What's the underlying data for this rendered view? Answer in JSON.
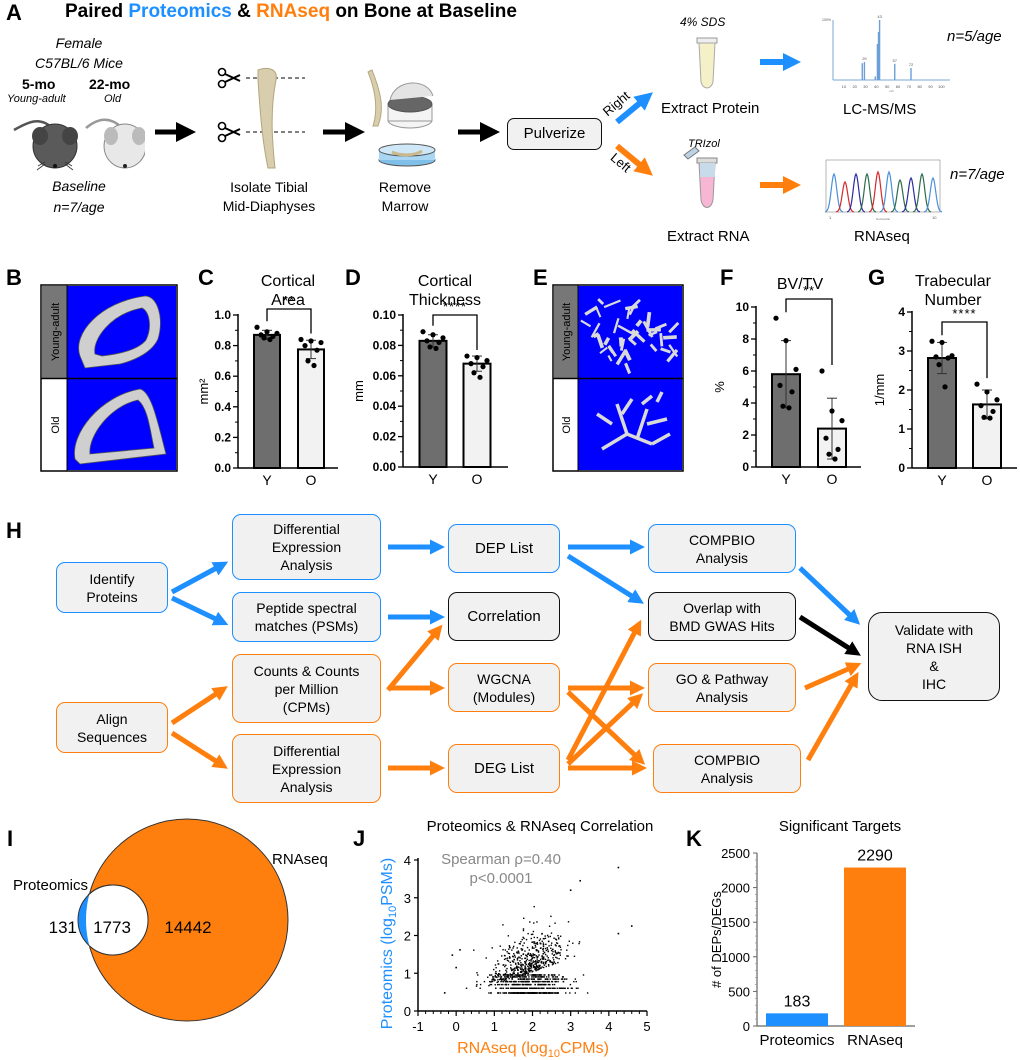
{
  "panels": {
    "A": {
      "label": "A",
      "title_parts": [
        {
          "text": "Paired ",
          "color": "black"
        },
        {
          "text": "Proteomics",
          "color": "blue"
        },
        {
          "text": " & ",
          "color": "black"
        },
        {
          "text": "RNAseq",
          "color": "orange"
        },
        {
          "text": " on Bone at Baseline",
          "color": "black"
        }
      ],
      "mice": {
        "sex_strain_line1": "Female",
        "sex_strain_line2": "C57BL/6 Mice",
        "young_age": "5-mo",
        "young_label": "Young-adult",
        "old_age": "22-mo",
        "old_label": "Old",
        "baseline": "Baseline",
        "n": "n=7/age"
      },
      "steps": {
        "isolate_line1": "Isolate Tibial",
        "isolate_line2": "Mid-Diaphyses",
        "remove_line1": "Remove",
        "remove_line2": "Marrow",
        "pulverize": "Pulverize",
        "right": "Right",
        "left": "Left",
        "sds": "4% SDS",
        "trizol": "TRIzol",
        "extract_protein": "Extract Protein",
        "extract_rna": "Extract RNA",
        "lcms": "LC-MS/MS",
        "rnaseq": "RNAseq",
        "n_protein": "n=5/age",
        "n_rna": "n=7/age"
      },
      "ms_spectrum": {
        "peaks": [
          {
            "mz": 27,
            "rel": 0.28
          },
          {
            "mz": 29,
            "rel": 0.3
          },
          {
            "mz": 39,
            "rel": 0.06
          },
          {
            "mz": 41,
            "rel": 0.6
          },
          {
            "mz": 42,
            "rel": 0.8
          },
          {
            "mz": 43,
            "rel": 1.0
          },
          {
            "mz": 57,
            "rel": 0.27
          },
          {
            "mz": 72,
            "rel": 0.2
          }
        ],
        "peak_labels": [
          "29",
          "43",
          "57",
          "72"
        ],
        "ticks": [
          "10",
          "20",
          "30",
          "40",
          "50",
          "60",
          "70",
          "80",
          "90",
          "100"
        ],
        "ymax_label": "100%",
        "ylabel": "Relative abundance",
        "xlabel": "m/z"
      },
      "chromatogram": {
        "xlabel": "Nucleotide",
        "tick_start": "1",
        "tick_end": "10",
        "colors": [
          "#4a90d9",
          "#d62728",
          "#2c2ca0",
          "#2e6b4a",
          "#d62728",
          "#4a90d9",
          "#2e6b4a",
          "#2c2ca0",
          "#2e6b4a",
          "#4a90d9"
        ]
      }
    },
    "B": {
      "label": "B",
      "row_labels": [
        "Young-adult",
        "Old"
      ]
    },
    "E": {
      "label": "E",
      "row_labels": [
        "Young-adult",
        "Old"
      ]
    },
    "H": {
      "label": "H",
      "boxes": {
        "identify_proteins": "Identify\nProteins",
        "align_sequences": "Align\nSequences",
        "dep_analysis": "Differential\nExpression\nAnalysis",
        "psms": "Peptide spectral\nmatches (PSMs)",
        "counts_cpm": "Counts & Counts\nper Million\n(CPMs)",
        "deg_analysis": "Differential\nExpression\nAnalysis",
        "dep_list": "DEP List",
        "correlation": "Correlation",
        "wgcna": "WGCNA\n(Modules)",
        "deg_list": "DEG List",
        "compbio_protein": "COMPBIO\nAnalysis",
        "overlap_gwas": "Overlap with\nBMD GWAS Hits",
        "go_pathway": "GO & Pathway\nAnalysis",
        "compbio_rna": "COMPBIO\nAnalysis",
        "validate": "Validate with\nRNA ISH\n&\nIHC"
      }
    },
    "I": {
      "label": "I",
      "set_a": "Proteomics",
      "set_b": "RNAseq",
      "only_a": "131",
      "both": "1773",
      "only_b": "14442"
    }
  },
  "colors": {
    "blue": "#1e8fff",
    "orange": "#ff7f0e",
    "young_bar": "#6e6e6e",
    "old_bar": "#f2f2f2",
    "ct_bg": "#0000ff"
  },
  "chart_data": [
    {
      "id": "C",
      "type": "bar",
      "title": "Cortical\nArea",
      "categories": [
        "Y",
        "O"
      ],
      "values": [
        0.87,
        0.775
      ],
      "sd": [
        0.03,
        0.06
      ],
      "points": [
        [
          0.92,
          0.89,
          0.88,
          0.87,
          0.86,
          0.85,
          0.84
        ],
        [
          0.84,
          0.83,
          0.82,
          0.8,
          0.77,
          0.7,
          0.67
        ]
      ],
      "ylabel": "mm²",
      "ylim": [
        0,
        1.0
      ],
      "yticks": [
        "0.0",
        "0.2",
        "0.4",
        "0.6",
        "0.8",
        "1.0"
      ],
      "significance": "**"
    },
    {
      "id": "D",
      "type": "bar",
      "title": "Cortical\nThickness",
      "categories": [
        "Y",
        "O"
      ],
      "values": [
        0.083,
        0.068
      ],
      "sd": [
        0.004,
        0.005
      ],
      "points": [
        [
          0.089,
          0.087,
          0.085,
          0.083,
          0.082,
          0.079,
          0.078
        ],
        [
          0.073,
          0.072,
          0.07,
          0.068,
          0.066,
          0.062,
          0.059
        ]
      ],
      "ylabel": "mm",
      "ylim": [
        0,
        0.1
      ],
      "yticks": [
        "0.00",
        "0.02",
        "0.04",
        "0.06",
        "0.08",
        "0.10"
      ],
      "significance": "****"
    },
    {
      "id": "F",
      "type": "bar",
      "title": "BV/TV",
      "categories": [
        "Y",
        "O"
      ],
      "values": [
        5.8,
        2.4
      ],
      "sd": [
        2.1,
        1.9
      ],
      "points": [
        [
          9.3,
          7.9,
          6.1,
          5.1,
          4.7,
          3.8,
          3.7
        ],
        [
          6.0,
          3.5,
          2.9,
          1.8,
          1.1,
          0.8,
          0.5
        ]
      ],
      "ylabel": "%",
      "ylim": [
        0,
        10
      ],
      "yticks": [
        "0",
        "2",
        "4",
        "6",
        "8",
        "10"
      ],
      "significance": "**"
    },
    {
      "id": "G",
      "type": "bar",
      "title": "Trabecular\nNumber",
      "categories": [
        "Y",
        "O"
      ],
      "values": [
        2.82,
        1.63
      ],
      "sd": [
        0.4,
        0.37
      ],
      "points": [
        [
          3.25,
          3.22,
          2.88,
          2.85,
          2.82,
          2.65,
          2.08
        ],
        [
          2.15,
          1.95,
          1.75,
          1.6,
          1.45,
          1.3,
          1.28
        ]
      ],
      "ylabel": "1/mm",
      "ylim": [
        0,
        4
      ],
      "yticks": [
        "0",
        "1",
        "2",
        "3",
        "4"
      ],
      "significance": "****"
    },
    {
      "id": "J",
      "type": "scatter",
      "title": "Proteomics & RNAseq Correlation",
      "xlabel": "RNAseq (log10CPMs)",
      "ylabel": "Proteomics (log10PSMs)",
      "xlim": [
        -1,
        5
      ],
      "ylim": [
        0,
        4
      ],
      "xticks": [
        "-1",
        "0",
        "1",
        "2",
        "3",
        "4",
        "5"
      ],
      "yticks": [
        "0",
        "1",
        "2",
        "3",
        "4"
      ],
      "annotation_line1": "Spearman ρ=0.40",
      "annotation_line2": "p<0.0001",
      "n_points_approx": 1904,
      "spearman_rho": 0.4,
      "outliers": [
        [
          4.25,
          3.8
        ],
        [
          4.6,
          2.25
        ],
        [
          4.25,
          2.05
        ],
        [
          3.25,
          3.45
        ],
        [
          3.0,
          3.2
        ],
        [
          -0.3,
          0.48
        ],
        [
          -0.1,
          1.48
        ],
        [
          0.1,
          1.62
        ],
        [
          0.0,
          1.15
        ]
      ]
    },
    {
      "id": "K",
      "type": "bar",
      "title": "Significant Targets",
      "categories": [
        "Proteomics",
        "RNAseq"
      ],
      "values": [
        183,
        2290
      ],
      "colors": [
        "#1e8fff",
        "#ff7f0e"
      ],
      "ylabel": "# of DEPs/DEGs",
      "ylim": [
        0,
        2500
      ],
      "yticks": [
        "0",
        "500",
        "1000",
        "1500",
        "2000",
        "2500"
      ]
    }
  ]
}
